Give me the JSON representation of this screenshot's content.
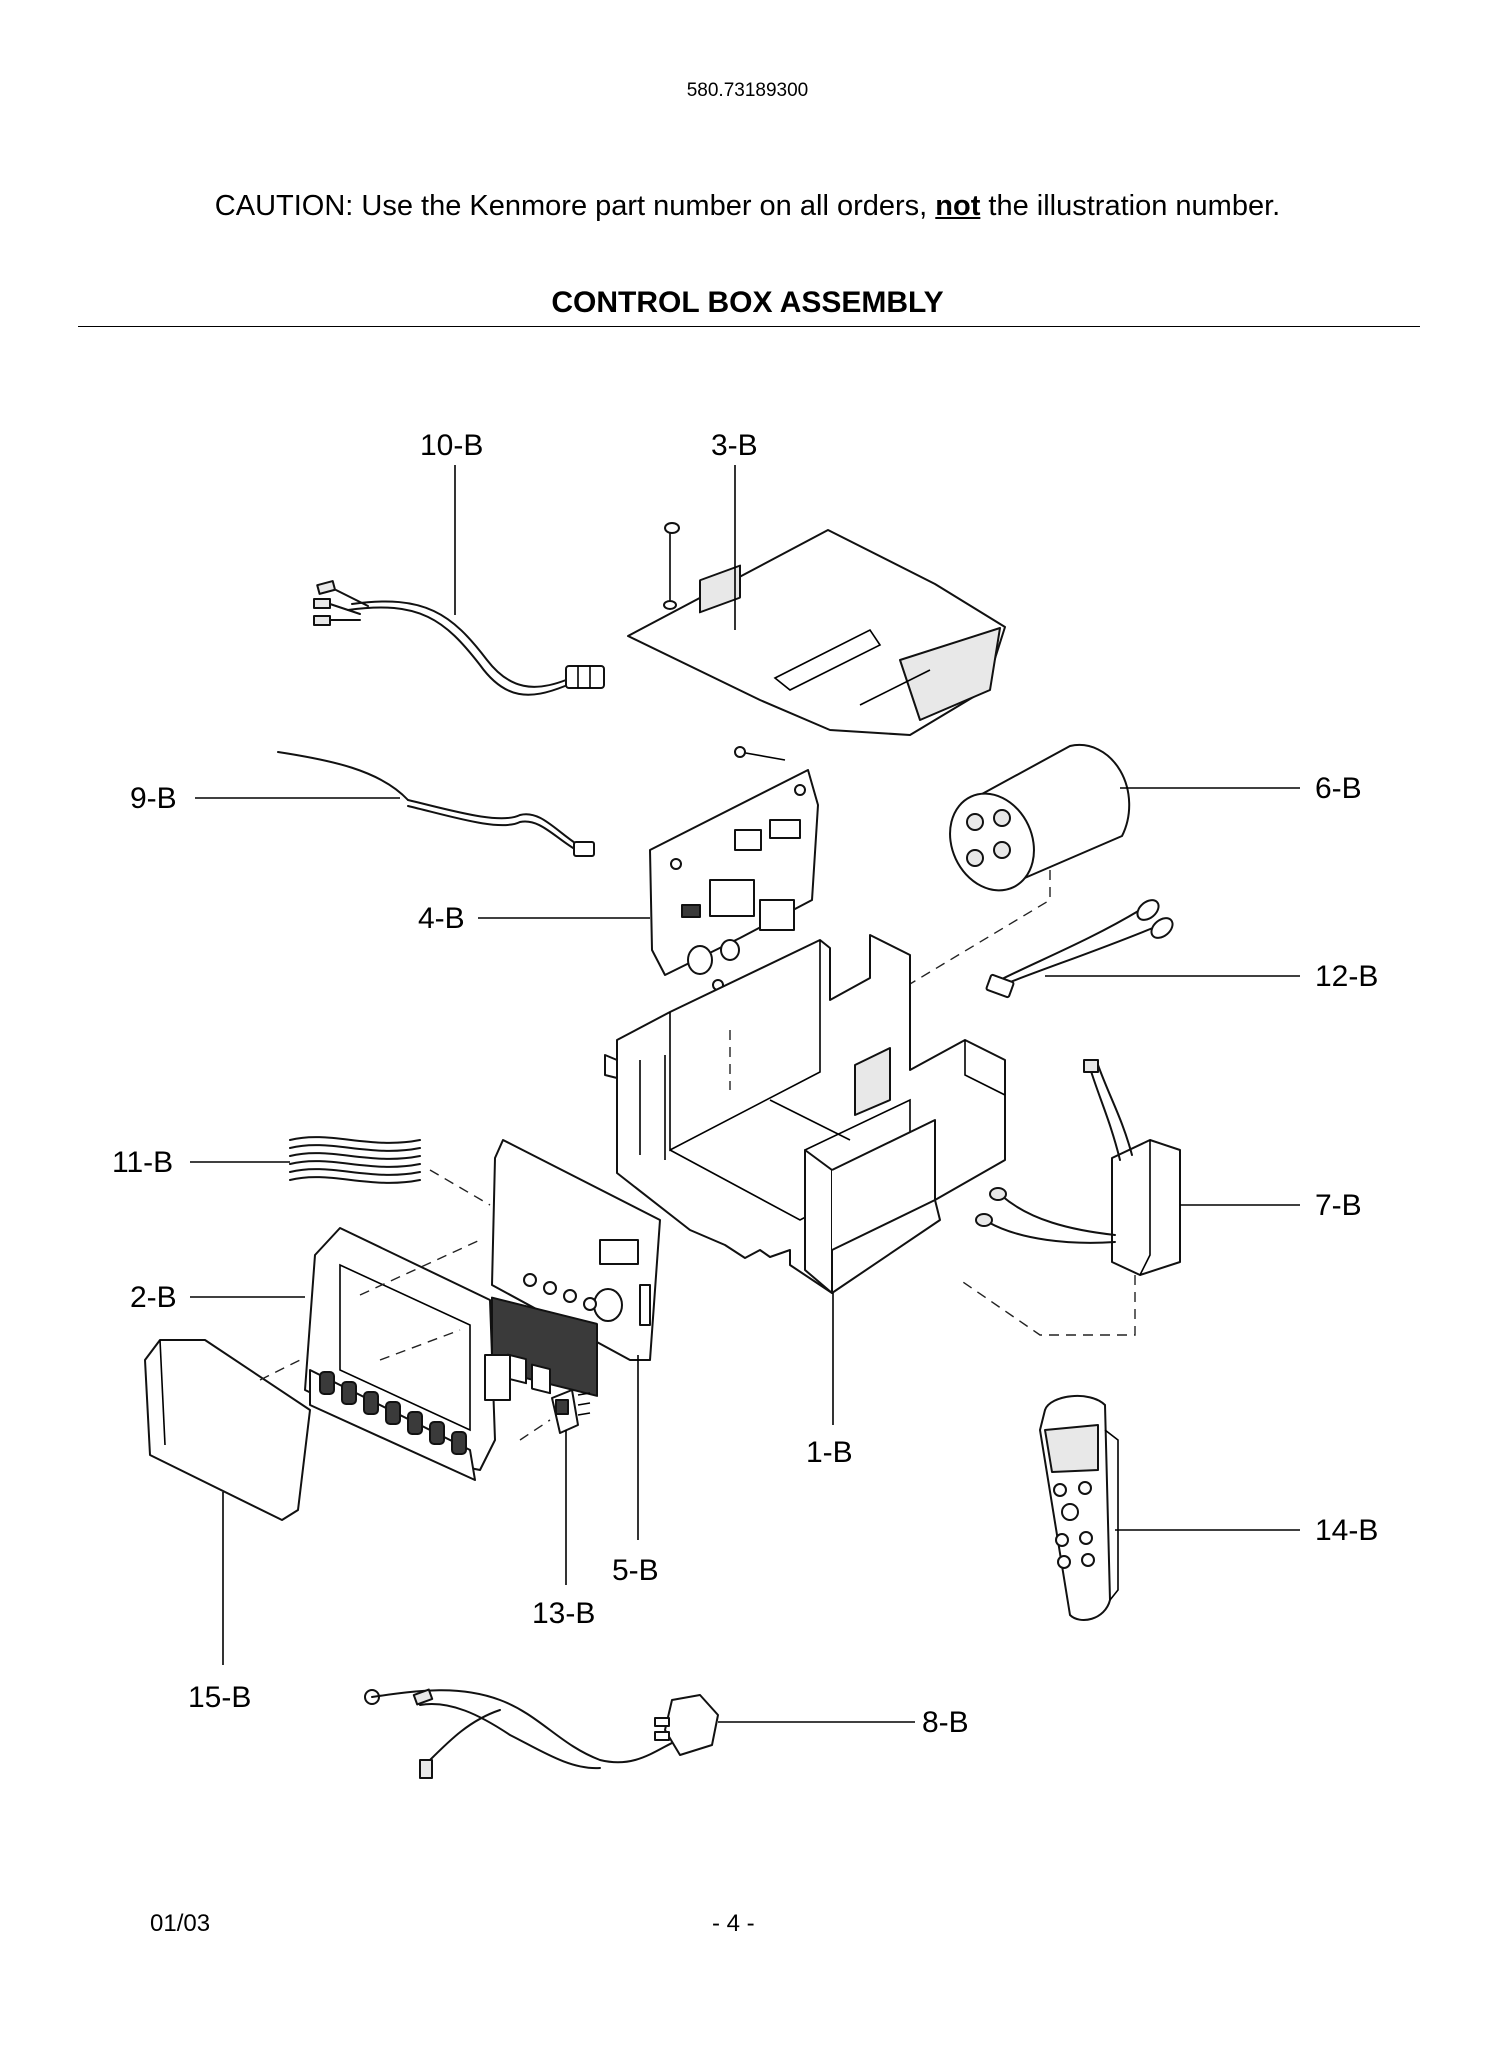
{
  "header": {
    "model_number": "580.73189300",
    "caution_prefix": "CAUTION: Use the Kenmore part number on all orders,",
    "caution_emphasis": "not",
    "caution_suffix": "the illustration number.",
    "section_title": "CONTROL BOX ASSEMBLY"
  },
  "callouts": {
    "p10": "10-B",
    "p3": "3-B",
    "p9": "9-B",
    "p6": "6-B",
    "p4": "4-B",
    "p12": "12-B",
    "p11": "11-B",
    "p7": "7-B",
    "p2": "2-B",
    "p1": "1-B",
    "p14": "14-B",
    "p5": "5-B",
    "p13": "13-B",
    "p15": "15-B",
    "p8": "8-B"
  },
  "footer": {
    "date": "01/03",
    "page": "- 4 -"
  }
}
